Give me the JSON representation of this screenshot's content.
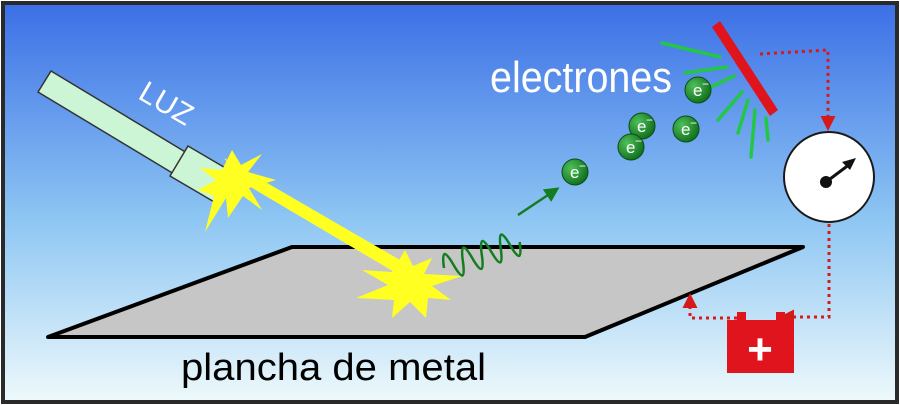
{
  "labels": {
    "light": "LUZ",
    "electrons": "electrones",
    "plate": "plancha de metal"
  },
  "electron_symbol": "e",
  "electron_charge": "−",
  "battery_symbol": "+",
  "colors": {
    "sky_top": "#3b6fe6",
    "sky_bottom": "#e6f7fb",
    "frame": "#2a2a2a",
    "lamp": "#ccf5d6",
    "beam": "#ffff22",
    "plate": "#c6c6c6",
    "electron": "#1f8c2a",
    "wave": "#137d1f",
    "collector": "#e0141c",
    "rays": "#22c845",
    "wire": "#d61a1a",
    "battery": "#e0141c"
  }
}
